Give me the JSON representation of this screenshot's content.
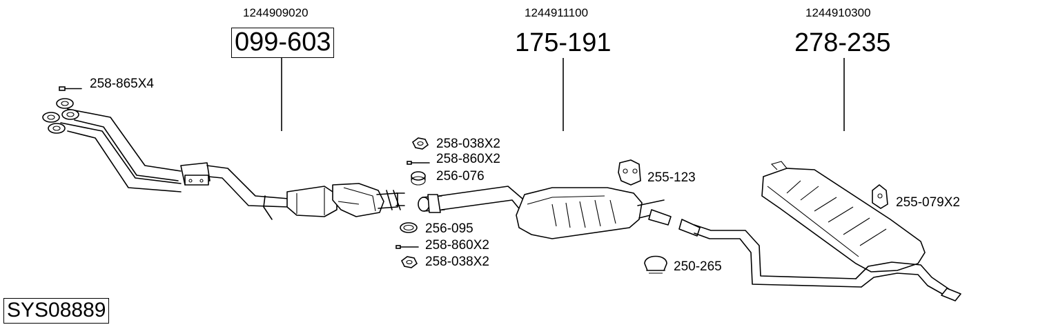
{
  "diagram": {
    "system_code": "SYS08889",
    "assemblies": [
      {
        "oem_number": "1244909020",
        "part_number": "099-603",
        "boxed": true
      },
      {
        "oem_number": "1244911100",
        "part_number": "175-191",
        "boxed": false
      },
      {
        "oem_number": "1244910300",
        "part_number": "278-235",
        "boxed": false
      }
    ],
    "parts": [
      {
        "label": "258-865X4",
        "icon": "bolt-icon"
      },
      {
        "label": "258-038X2",
        "icon": "nut-icon"
      },
      {
        "label": "258-860X2",
        "icon": "bolt-icon"
      },
      {
        "label": "256-076",
        "icon": "gasket-ring-icon"
      },
      {
        "label": "255-123",
        "icon": "rubber-hanger-icon"
      },
      {
        "label": "256-095",
        "icon": "gasket-ring-icon"
      },
      {
        "label": "258-860X2",
        "icon": "bolt-icon"
      },
      {
        "label": "258-038X2",
        "icon": "nut-icon"
      },
      {
        "label": "250-265",
        "icon": "pipe-clamp-icon"
      },
      {
        "label": "255-079X2",
        "icon": "rubber-hanger-icon"
      }
    ]
  }
}
